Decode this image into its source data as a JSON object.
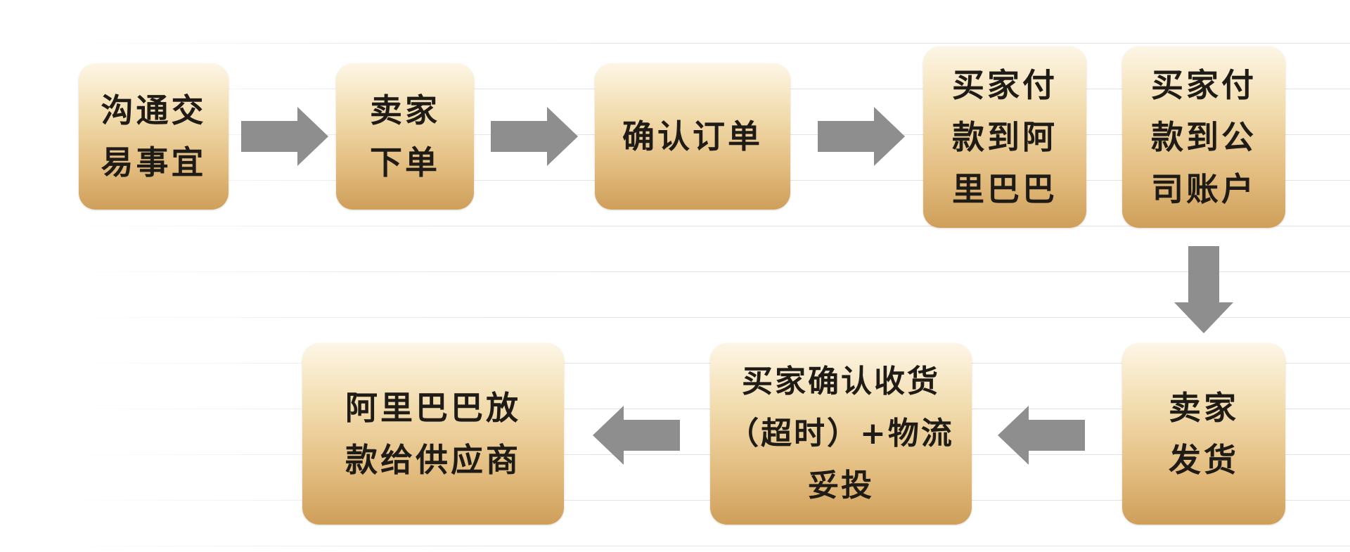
{
  "steps": {
    "s1": "沟通交易事宜",
    "s2": "卖家下单",
    "s3": "确认订单",
    "s4": "买家付款到阿里巴巴",
    "s5": "买家付款到公司账户",
    "s6": "卖家发货",
    "s7": "买家确认收货（超时）+物流妥投",
    "s8": "阿里巴巴放款给供应商"
  },
  "lines": {
    "s1": [
      "沟通交",
      "易事宜"
    ],
    "s2": [
      "卖家",
      "下单"
    ],
    "s3": [
      "确认订单"
    ],
    "s4": [
      "买家付",
      "款到阿",
      "里巴巴"
    ],
    "s5": [
      "买家付",
      "款到公",
      "司账户"
    ],
    "s6": [
      "卖家",
      "发货"
    ],
    "s7": [
      "买家确认收货",
      "（超时）+物流",
      "妥投"
    ],
    "s8": [
      "阿里巴巴放",
      "款给供应商"
    ]
  },
  "colors": {
    "arrow": "#8e8e8e",
    "box_top": "#fdf6e6",
    "box_bottom": "#cf9f5a",
    "text": "#1f1b16"
  }
}
